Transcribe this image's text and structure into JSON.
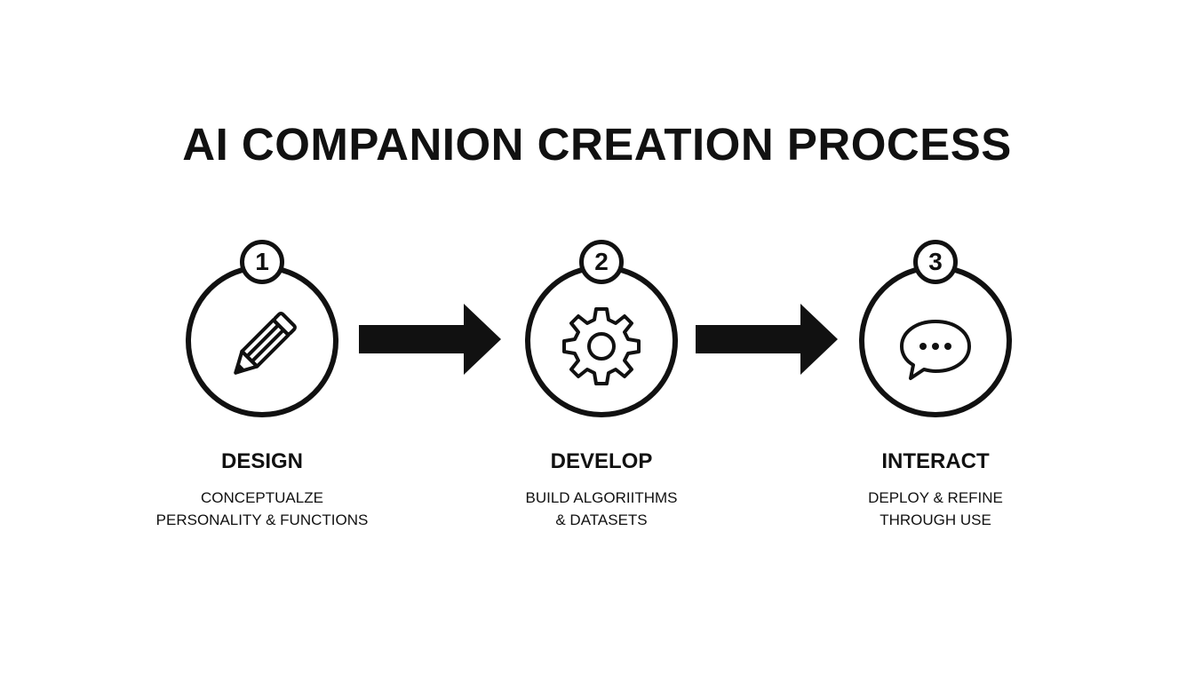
{
  "title": "AI COMPANION CREATION PROCESS",
  "steps": [
    {
      "number": "1",
      "label": "DESIGN",
      "description_lines": [
        "CONCEPTUALZE",
        "PERSONALITY & FUNCTIONS"
      ],
      "icon": "pencil-icon"
    },
    {
      "number": "2",
      "label": "DEVELOP",
      "description_lines": [
        "BUILD ALGORIITHMS",
        "& DATASETS"
      ],
      "icon": "gear-icon"
    },
    {
      "number": "3",
      "label": "INTERACT",
      "description_lines": [
        "DEPLOY & REFINE",
        "THROUGH USE"
      ],
      "icon": "chat-bubble-icon"
    }
  ],
  "colors": {
    "ink": "#111111",
    "background": "#ffffff"
  }
}
